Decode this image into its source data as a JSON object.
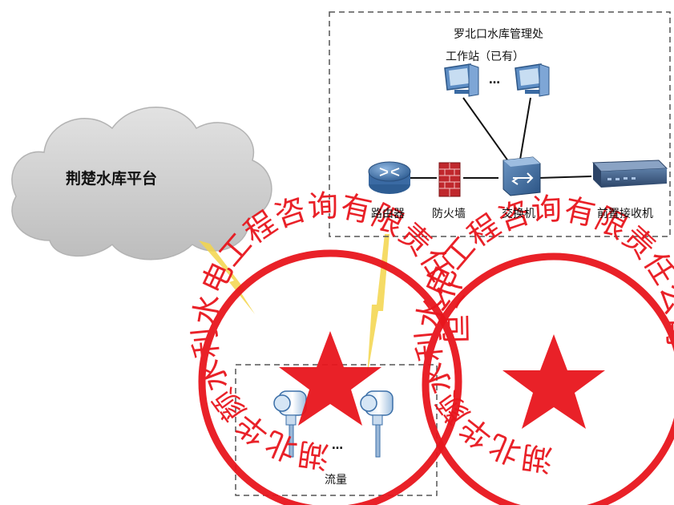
{
  "cloud": {
    "label": "荆楚水库平台"
  },
  "management_box": {
    "title": "罗北口水库管理处",
    "workstation_label": "工作站（已有）",
    "ellipsis": "…",
    "devices": {
      "router": "路由器",
      "firewall": "防火墙",
      "switch": "交换机",
      "receiver": "前置接收机"
    }
  },
  "field_box": {
    "label": "流量",
    "ellipsis": "…"
  },
  "seals": [
    {
      "text": "湖北华颜水利水电工程咨询有限责任公司",
      "color": "#e8161d"
    },
    {
      "text": "湖北华颜水利水电工程咨询有限责任公司",
      "color": "#e8161d"
    }
  ],
  "colors": {
    "seal": "#e8161d",
    "wireless": "#f3d54a",
    "cloud_fill": "#cfcfcf",
    "dashed_border": "#555555",
    "device_blue": "#3b6fa8"
  }
}
